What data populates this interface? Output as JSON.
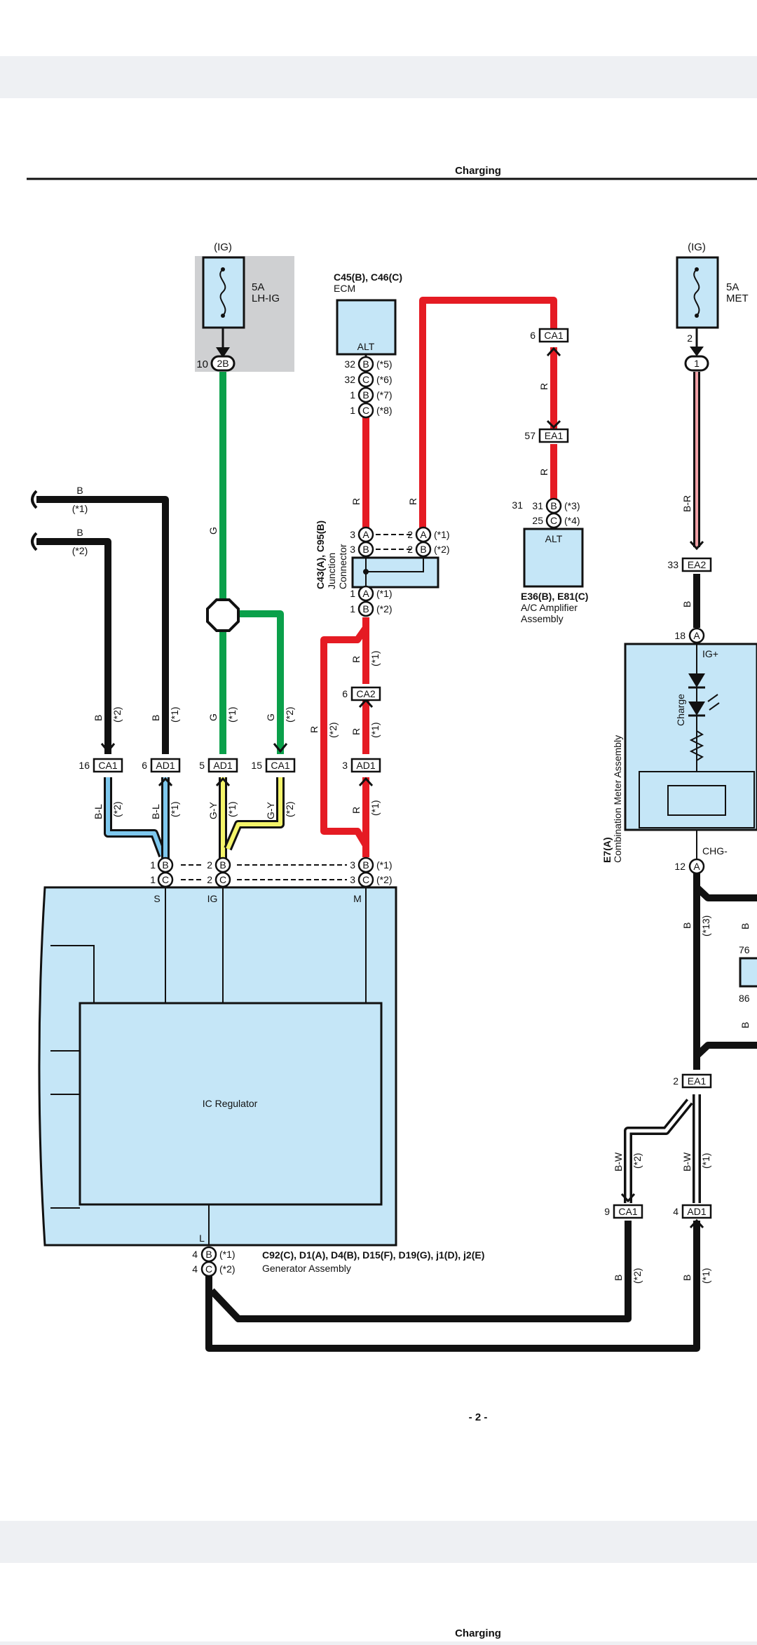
{
  "page": {
    "header_title": "Charging",
    "page_number": "- 2 -",
    "next_header_title": "Charging"
  },
  "fuses": {
    "lh_ig": {
      "source": "(IG)",
      "amp": "5A",
      "name": "LH-IG",
      "pin": "10",
      "conn": "2B"
    },
    "met": {
      "source": "(IG)",
      "amp": "5A",
      "name": "MET",
      "pin": "2",
      "conn": "1"
    }
  },
  "ecm": {
    "id": "C45(B), C46(C)",
    "name": "ECM",
    "terminal": "ALT",
    "pins": [
      {
        "num": "32",
        "conn": "B",
        "note": "(*5)"
      },
      {
        "num": "32",
        "conn": "C",
        "note": "(*6)"
      },
      {
        "num": "1",
        "conn": "B",
        "note": "(*7)"
      },
      {
        "num": "1",
        "conn": "C",
        "note": "(*8)"
      }
    ]
  },
  "junction": {
    "id": "C43(A), C95(B)",
    "name1": "Junction",
    "name2": "Connector",
    "top_left": [
      {
        "num": "3",
        "conn": "A"
      },
      {
        "num": "3",
        "conn": "B"
      }
    ],
    "top_right": [
      {
        "num": "2",
        "conn": "A",
        "note": "(*1)"
      },
      {
        "num": "2",
        "conn": "B",
        "note": "(*2)"
      }
    ],
    "bottom": [
      {
        "num": "1",
        "conn": "A",
        "note": "(*1)"
      },
      {
        "num": "1",
        "conn": "B",
        "note": "(*2)"
      }
    ]
  },
  "ac_amp": {
    "id": "E36(B), E81(C)",
    "name1": "A/C Amplifier",
    "name2": "Assembly",
    "terminal": "ALT",
    "pins": [
      {
        "num": "31",
        "conn": "B",
        "note": "(*3)"
      },
      {
        "num": "25",
        "conn": "C",
        "note": "(*4)"
      }
    ]
  },
  "meter": {
    "id": "E7(A)",
    "name": "Combination Meter Assembly",
    "ig_terminal": "IG+",
    "chg_terminal": "CHG-",
    "lamp": "Charge",
    "pin_top": "18",
    "conn_top": "A",
    "pin_bottom": "12",
    "conn_bottom": "A"
  },
  "generator": {
    "id": "C92(C), D1(A), D4(B), D15(F), D19(G), j1(D), j2(E)",
    "name": "Generator Assembly",
    "regulator": "IC Regulator",
    "terminals": {
      "s": "S",
      "ig": "IG",
      "m": "M",
      "l": "L"
    },
    "l_pins": [
      {
        "num": "4",
        "conn": "B",
        "note": "(*1)"
      },
      {
        "num": "4",
        "conn": "C",
        "note": "(*2)"
      }
    ],
    "top_pins": [
      {
        "num": "1",
        "conn": "B"
      },
      {
        "num": "1",
        "conn": "C"
      },
      {
        "num": "2",
        "conn": "B"
      },
      {
        "num": "2",
        "conn": "C"
      },
      {
        "num": "3",
        "conn": "B",
        "note": "(*1)"
      },
      {
        "num": "3",
        "conn": "C",
        "note": "(*2)"
      }
    ]
  },
  "connectors": {
    "ca1_s": {
      "pin": "16",
      "name": "CA1"
    },
    "ad1_s": {
      "pin": "6",
      "name": "AD1"
    },
    "ad1_ig": {
      "pin": "5",
      "name": "AD1"
    },
    "ca1_ig": {
      "pin": "15",
      "name": "CA1"
    },
    "ca2_r": {
      "pin": "6",
      "name": "CA2"
    },
    "ad1_r": {
      "pin": "3",
      "name": "AD1"
    },
    "ca1_ac": {
      "pin": "6",
      "name": "CA1"
    },
    "ea1_ac": {
      "pin": "57",
      "name": "EA1"
    },
    "ea2_met": {
      "pin": "33",
      "name": "EA2"
    },
    "ea1_l": {
      "pin": "2",
      "name": "EA1"
    },
    "ca1_l": {
      "pin": "9",
      "name": "CA1"
    },
    "ad1_l": {
      "pin": "4",
      "name": "AD1"
    }
  },
  "wires": {
    "b_left1": {
      "color": "B",
      "note": "(*1)"
    },
    "b_left2": {
      "color": "B",
      "note": "(*2)"
    },
    "b_s2": {
      "color": "B",
      "note": "(*2)"
    },
    "b_s1": {
      "color": "B",
      "note": "(*1)"
    },
    "bl2": {
      "color": "B-L",
      "note": "(*2)"
    },
    "bl1": {
      "color": "B-L",
      "note": "(*1)"
    },
    "g_top": {
      "color": "G"
    },
    "g1": {
      "color": "G",
      "note": "(*1)"
    },
    "g2": {
      "color": "G",
      "note": "(*2)"
    },
    "gy1": {
      "color": "G-Y",
      "note": "(*1)"
    },
    "gy2": {
      "color": "G-Y",
      "note": "(*2)"
    },
    "r_ecm": {
      "color": "R"
    },
    "r_jc": {
      "color": "R"
    },
    "r_loop": {
      "color": "R",
      "note": "(*2)"
    },
    "r1a": {
      "color": "R",
      "note": "(*1)"
    },
    "r1b": {
      "color": "R",
      "note": "(*1)"
    },
    "r1c": {
      "color": "R",
      "note": "(*1)"
    },
    "r_ac1": {
      "color": "R"
    },
    "r_ac2": {
      "color": "R"
    },
    "br": {
      "color": "B-R"
    },
    "b_met": {
      "color": "B"
    },
    "b13": {
      "color": "B",
      "note": "(*13)"
    },
    "b_right": {
      "color": "B"
    },
    "bw2": {
      "color": "B-W",
      "note": "(*2)"
    },
    "bw1": {
      "color": "B-W",
      "note": "(*1)"
    },
    "b_bot2": {
      "color": "B",
      "note": "(*2)"
    },
    "b_bot1": {
      "color": "B",
      "note": "(*1)"
    }
  },
  "right_cut": {
    "pin1": "76",
    "pin2": "86"
  },
  "colors": {
    "red": "#e51b23",
    "green": "#0aa04a",
    "black": "#111111",
    "blue_fill": "#c5e6f7",
    "gray": "#cfd0d2"
  }
}
